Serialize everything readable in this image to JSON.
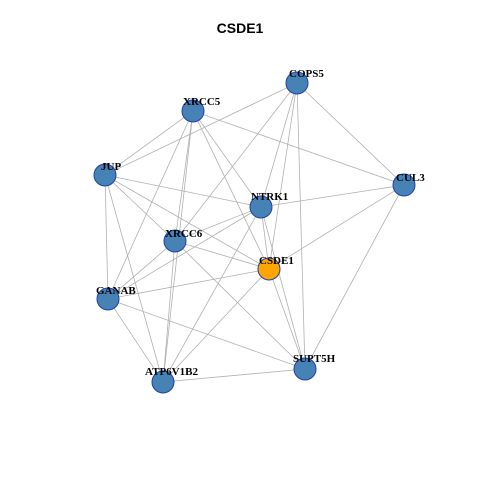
{
  "title": "CSDE1",
  "colors": {
    "node_default": "#4682b4",
    "node_highlight": "#ffa500",
    "node_border": "#1f3fb0",
    "edge": "#b0b0b0"
  },
  "network": {
    "nodes": [
      {
        "id": "COPS5",
        "label": "COPS5",
        "highlight": false
      },
      {
        "id": "XRCC5",
        "label": "XRCC5",
        "highlight": false
      },
      {
        "id": "JUP",
        "label": "JUP",
        "highlight": false
      },
      {
        "id": "CUL3",
        "label": "CUL3",
        "highlight": false
      },
      {
        "id": "NTRK1",
        "label": "NTRK1",
        "highlight": false
      },
      {
        "id": "XRCC6",
        "label": "XRCC6",
        "highlight": false
      },
      {
        "id": "CSDE1",
        "label": "CSDE1",
        "highlight": true
      },
      {
        "id": "GANAB",
        "label": "GANAB",
        "highlight": false
      },
      {
        "id": "SUPT5H",
        "label": "SUPT5H",
        "highlight": false
      },
      {
        "id": "ATP6V1B2",
        "label": "ATP6V1B2",
        "highlight": false
      }
    ],
    "edges": [
      [
        "COPS5",
        "JUP"
      ],
      [
        "COPS5",
        "CUL3"
      ],
      [
        "COPS5",
        "NTRK1"
      ],
      [
        "COPS5",
        "XRCC6"
      ],
      [
        "COPS5",
        "CSDE1"
      ],
      [
        "COPS5",
        "SUPT5H"
      ],
      [
        "XRCC5",
        "JUP"
      ],
      [
        "XRCC5",
        "NTRK1"
      ],
      [
        "XRCC5",
        "XRCC6"
      ],
      [
        "XRCC5",
        "CSDE1"
      ],
      [
        "XRCC5",
        "GANAB"
      ],
      [
        "XRCC5",
        "ATP6V1B2"
      ],
      [
        "JUP",
        "NTRK1"
      ],
      [
        "JUP",
        "XRCC6"
      ],
      [
        "JUP",
        "CSDE1"
      ],
      [
        "JUP",
        "GANAB"
      ],
      [
        "JUP",
        "ATP6V1B2"
      ],
      [
        "CUL3",
        "NTRK1"
      ],
      [
        "CUL3",
        "CSDE1"
      ],
      [
        "CUL3",
        "SUPT5H"
      ],
      [
        "CUL3",
        "XRCC5"
      ],
      [
        "NTRK1",
        "XRCC6"
      ],
      [
        "NTRK1",
        "CSDE1"
      ],
      [
        "NTRK1",
        "GANAB"
      ],
      [
        "NTRK1",
        "ATP6V1B2"
      ],
      [
        "NTRK1",
        "SUPT5H"
      ],
      [
        "XRCC6",
        "CSDE1"
      ],
      [
        "XRCC6",
        "GANAB"
      ],
      [
        "XRCC6",
        "ATP6V1B2"
      ],
      [
        "XRCC6",
        "SUPT5H"
      ],
      [
        "CSDE1",
        "GANAB"
      ],
      [
        "CSDE1",
        "ATP6V1B2"
      ],
      [
        "CSDE1",
        "SUPT5H"
      ],
      [
        "GANAB",
        "ATP6V1B2"
      ],
      [
        "GANAB",
        "SUPT5H"
      ],
      [
        "ATP6V1B2",
        "SUPT5H"
      ]
    ]
  }
}
